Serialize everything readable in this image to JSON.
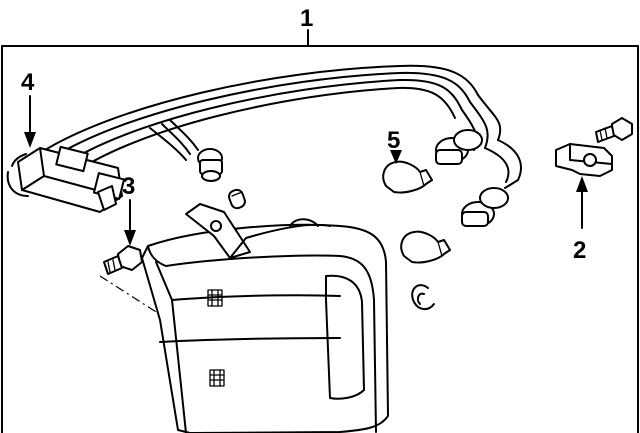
{
  "diagram": {
    "callouts": {
      "c1": "1",
      "c2": "2",
      "c3": "3",
      "c4": "4",
      "c5": "5"
    },
    "parts": [
      {
        "id": "lamp-assembly",
        "callout": "1"
      },
      {
        "id": "bracket",
        "callout": "2"
      },
      {
        "id": "screw",
        "callout": "3"
      },
      {
        "id": "socket-and-wire-harness",
        "callout": "4"
      },
      {
        "id": "bulb",
        "callout": "5"
      }
    ],
    "colors": {
      "line": "#000000",
      "background": "#ffffff"
    }
  }
}
